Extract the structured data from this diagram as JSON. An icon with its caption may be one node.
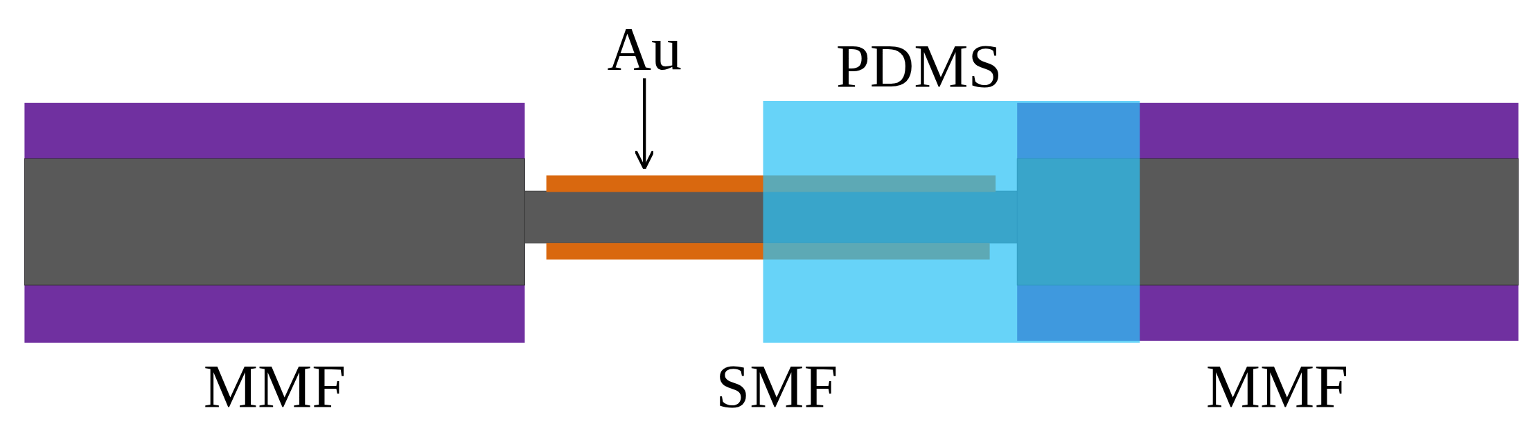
{
  "diagram": {
    "nodes": [
      {
        "text": [
          "Au"
        ]
      },
      {
        "text": [],
        "shape": "bar"
      }
    ],
    "edges": [
      {
        "from": 0,
        "to": 1,
        "arrow": "to"
      }
    ],
    "labels": [
      "PDMS",
      "MMF",
      "SMF",
      "MMF"
    ]
  }
}
